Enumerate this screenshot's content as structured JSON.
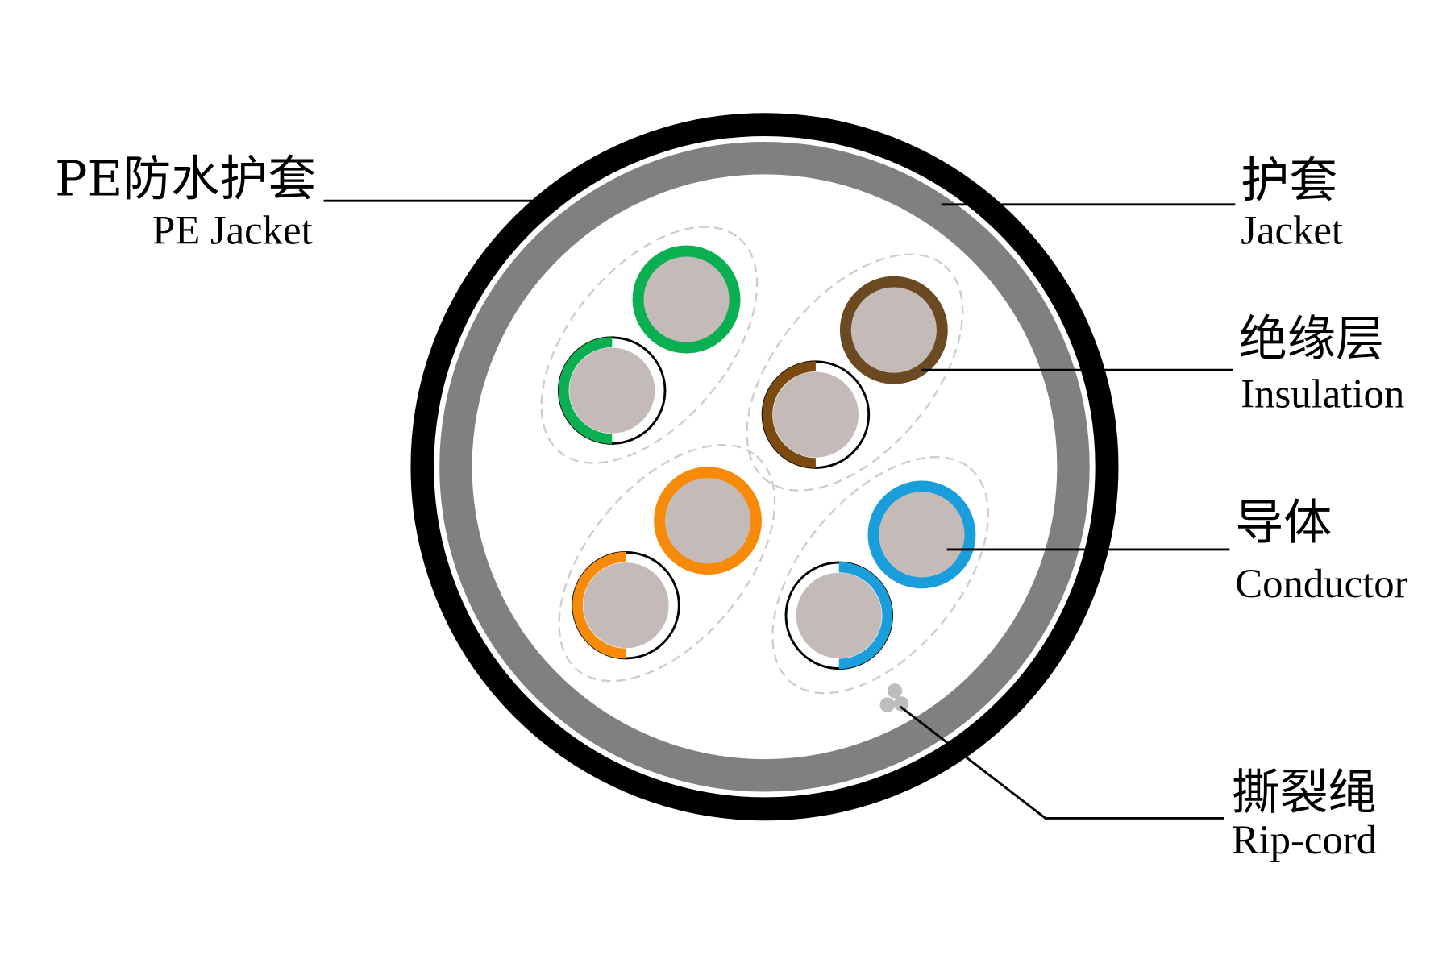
{
  "labels": {
    "pe_jacket": {
      "zh": "PE防水护套",
      "en": "PE Jacket"
    },
    "jacket": {
      "zh": "护套",
      "en": "Jacket"
    },
    "insulation": {
      "zh": "绝缘层",
      "en": "Insulation"
    },
    "conductor": {
      "zh": "导体",
      "en": "Conductor"
    },
    "ripcord": {
      "zh": "撕裂绳",
      "en": "Rip-cord"
    }
  },
  "colors": {
    "pe_jacket": "#000000",
    "jacket": "#808080",
    "conductor": "#c4bbb9",
    "green": "#0aaf52",
    "brown": "#6b4a22",
    "brown_stripe": "#7a4a10",
    "orange": "#f88a0a",
    "blue": "#1a9ddb",
    "separator": "#cccccc"
  },
  "pairs": [
    {
      "name": "green-pair",
      "color": "green"
    },
    {
      "name": "brown-pair",
      "color": "brown"
    },
    {
      "name": "orange-pair",
      "color": "orange"
    },
    {
      "name": "blue-pair",
      "color": "blue"
    }
  ]
}
